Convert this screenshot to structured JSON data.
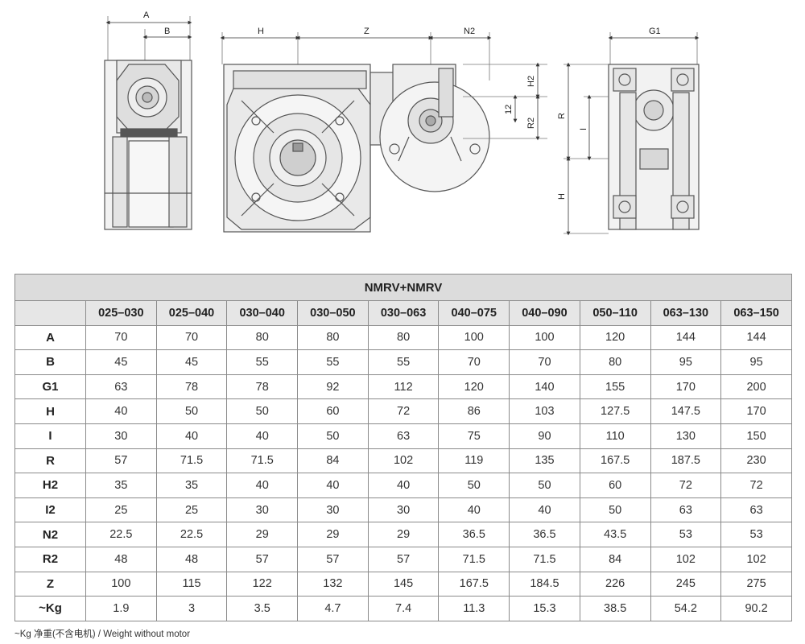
{
  "drawing_labels": {
    "left_view": {
      "a": "A",
      "b": "B"
    },
    "front_view": {
      "h": "H",
      "z": "Z",
      "n2": "N2",
      "h2": "H2",
      "r2": "R2",
      "i2": "12"
    },
    "side_view": {
      "g1": "G1",
      "r": "R",
      "i": "I",
      "h": "H"
    }
  },
  "table": {
    "title": "NMRV+NMRV",
    "columns": [
      "025–030",
      "025–040",
      "030–040",
      "030–050",
      "030–063",
      "040–075",
      "040–090",
      "050–110",
      "063–130",
      "063–150"
    ],
    "rows": [
      {
        "label": "A",
        "values": [
          "70",
          "70",
          "80",
          "80",
          "80",
          "100",
          "100",
          "120",
          "144",
          "144"
        ]
      },
      {
        "label": "B",
        "values": [
          "45",
          "45",
          "55",
          "55",
          "55",
          "70",
          "70",
          "80",
          "95",
          "95"
        ]
      },
      {
        "label": "G1",
        "values": [
          "63",
          "78",
          "78",
          "92",
          "112",
          "120",
          "140",
          "155",
          "170",
          "200"
        ]
      },
      {
        "label": "H",
        "values": [
          "40",
          "50",
          "50",
          "60",
          "72",
          "86",
          "103",
          "127.5",
          "147.5",
          "170"
        ]
      },
      {
        "label": "I",
        "values": [
          "30",
          "40",
          "40",
          "50",
          "63",
          "75",
          "90",
          "110",
          "130",
          "150"
        ]
      },
      {
        "label": "R",
        "values": [
          "57",
          "71.5",
          "71.5",
          "84",
          "102",
          "119",
          "135",
          "167.5",
          "187.5",
          "230"
        ]
      },
      {
        "label": "H2",
        "values": [
          "35",
          "35",
          "40",
          "40",
          "40",
          "50",
          "50",
          "60",
          "72",
          "72"
        ]
      },
      {
        "label": "I2",
        "values": [
          "25",
          "25",
          "30",
          "30",
          "30",
          "40",
          "40",
          "50",
          "63",
          "63"
        ]
      },
      {
        "label": "N2",
        "values": [
          "22.5",
          "22.5",
          "29",
          "29",
          "29",
          "36.5",
          "36.5",
          "43.5",
          "53",
          "53"
        ]
      },
      {
        "label": "R2",
        "values": [
          "48",
          "48",
          "57",
          "57",
          "57",
          "71.5",
          "71.5",
          "84",
          "102",
          "102"
        ]
      },
      {
        "label": "Z",
        "values": [
          "100",
          "115",
          "122",
          "132",
          "145",
          "167.5",
          "184.5",
          "226",
          "245",
          "275"
        ]
      },
      {
        "label": "~Kg",
        "values": [
          "1.9",
          "3",
          "3.5",
          "4.7",
          "7.4",
          "11.3",
          "15.3",
          "38.5",
          "54.2",
          "90.2"
        ]
      }
    ]
  },
  "footnote": "~Kg 净重(不含电机) / Weight without motor"
}
